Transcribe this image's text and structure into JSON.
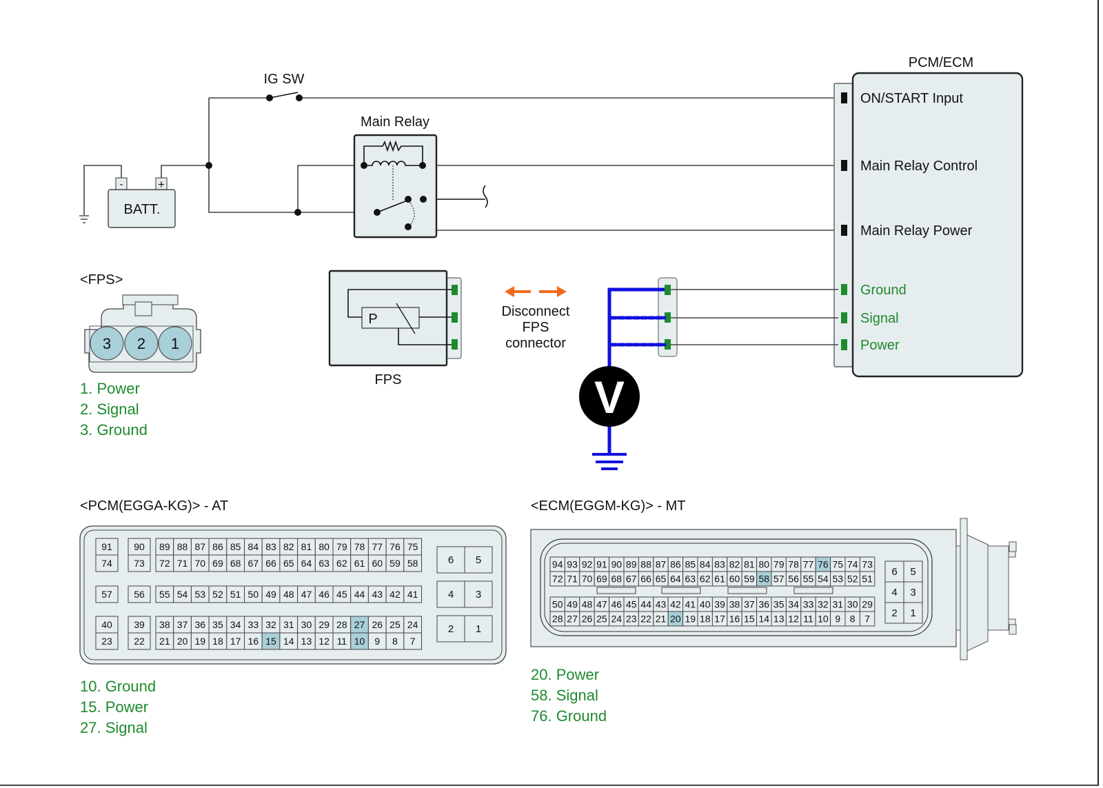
{
  "title": "Fuel Pressure Sensor (FPS) circuit inspection",
  "circuit": {
    "ig_switch_label": "IG SW",
    "battery_label": "BATT.",
    "battery_neg": "-",
    "battery_pos": "+",
    "main_relay_label": "Main Relay",
    "fps_label": "FPS",
    "fps_sensor_symbol": "P",
    "voltmeter_symbol": "V",
    "disconnect_note": [
      "Disconnect",
      "FPS",
      "connector"
    ],
    "module_label": "PCM/ECM",
    "module_pins": [
      {
        "label": "ON/START Input",
        "highlight": false
      },
      {
        "label": "Main Relay Control",
        "highlight": false
      },
      {
        "label": "Main Relay Power",
        "highlight": false
      },
      {
        "label": "Ground",
        "highlight": true
      },
      {
        "label": "Signal",
        "highlight": true
      },
      {
        "label": "Power",
        "highlight": true
      }
    ]
  },
  "fps_connector": {
    "title": "<FPS>",
    "pins": [
      "3",
      "2",
      "1"
    ],
    "legend": [
      "1. Power",
      "2. Signal",
      "3. Ground"
    ]
  },
  "pcm_connector": {
    "title": "<PCM(EGGA-KG)> - AT",
    "row_top_a": [
      "91",
      "90",
      "89",
      "88",
      "87",
      "86",
      "85",
      "84",
      "83",
      "82",
      "81",
      "80",
      "79",
      "78",
      "77",
      "76",
      "75"
    ],
    "row_top_b": [
      "74",
      "73",
      "72",
      "71",
      "70",
      "69",
      "68",
      "67",
      "66",
      "65",
      "64",
      "63",
      "62",
      "61",
      "60",
      "59",
      "58"
    ],
    "row_mid": [
      "57",
      "56",
      "55",
      "54",
      "53",
      "52",
      "51",
      "50",
      "49",
      "48",
      "47",
      "46",
      "45",
      "44",
      "43",
      "42",
      "41"
    ],
    "row_bot_a": [
      "40",
      "39",
      "38",
      "37",
      "36",
      "35",
      "34",
      "33",
      "32",
      "31",
      "30",
      "29",
      "28",
      "27",
      "26",
      "25",
      "24"
    ],
    "row_bot_b": [
      "23",
      "22",
      "21",
      "20",
      "19",
      "18",
      "17",
      "16",
      "15",
      "14",
      "13",
      "12",
      "11",
      "10",
      "9",
      "8",
      "7"
    ],
    "power_pins": [
      [
        "6",
        "5"
      ],
      [
        "4",
        "3"
      ],
      [
        "2",
        "1"
      ]
    ],
    "highlighted": [
      "15",
      "27",
      "10"
    ],
    "legend": [
      "10. Ground",
      "15. Power",
      "27. Signal"
    ]
  },
  "ecm_connector": {
    "title": "<ECM(EGGM-KG)> - MT",
    "row1": [
      "94",
      "93",
      "92",
      "91",
      "90",
      "89",
      "88",
      "87",
      "86",
      "85",
      "84",
      "83",
      "82",
      "81",
      "80",
      "79",
      "78",
      "77",
      "76",
      "75",
      "74",
      "73"
    ],
    "row2": [
      "72",
      "71",
      "70",
      "69",
      "68",
      "67",
      "66",
      "65",
      "64",
      "63",
      "62",
      "61",
      "60",
      "59",
      "58",
      "57",
      "56",
      "55",
      "54",
      "53",
      "52",
      "51"
    ],
    "row3": [
      "50",
      "49",
      "48",
      "47",
      "46",
      "45",
      "44",
      "43",
      "42",
      "41",
      "40",
      "39",
      "38",
      "37",
      "36",
      "35",
      "34",
      "33",
      "32",
      "31",
      "30",
      "29"
    ],
    "row4": [
      "28",
      "27",
      "26",
      "25",
      "24",
      "23",
      "22",
      "21",
      "20",
      "19",
      "18",
      "17",
      "16",
      "15",
      "14",
      "13",
      "12",
      "11",
      "10",
      "9",
      "8",
      "7"
    ],
    "power_pins": [
      [
        "6",
        "5"
      ],
      [
        "4",
        "3"
      ],
      [
        "2",
        "1"
      ]
    ],
    "highlighted": [
      "76",
      "58",
      "20"
    ],
    "legend": [
      "20. Power",
      "58. Signal",
      "76. Ground"
    ]
  },
  "colors": {
    "highlight_text": "#1e8a2e",
    "pin_highlight": "#a9cfd9",
    "probe_wire": "#1010e0",
    "arrow": "#f26a1b",
    "component_fill": "#e6edef"
  }
}
